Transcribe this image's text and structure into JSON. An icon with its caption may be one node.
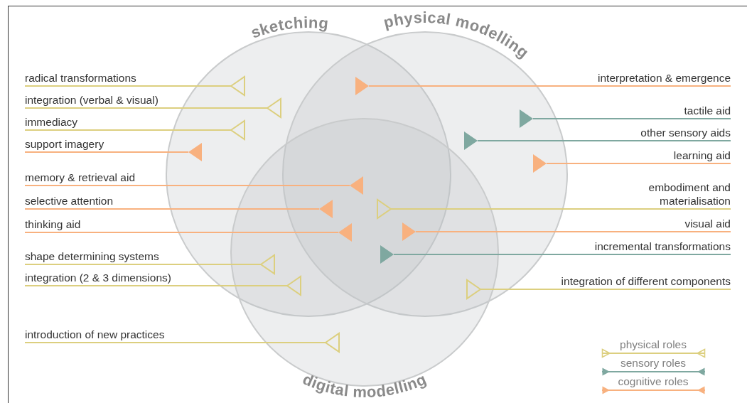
{
  "diagram": {
    "nodes": [
      {
        "text": [
          "sketching"
        ]
      },
      {
        "text": [
          "physical modelling"
        ]
      },
      {
        "text": [
          "digital modelling"
        ]
      },
      {
        "text": [
          "radical transformations"
        ]
      },
      {
        "text": [
          "integration (verbal & visual)"
        ]
      },
      {
        "text": [
          "immediacy"
        ]
      },
      {
        "text": [
          "support imagery"
        ]
      },
      {
        "text": [
          "memory & retrieval aid"
        ]
      },
      {
        "text": [
          "selective attention"
        ]
      },
      {
        "text": [
          "thinking aid"
        ]
      },
      {
        "text": [
          "shape determining systems"
        ]
      },
      {
        "text": [
          "integration (2 & 3 dimensions)"
        ]
      },
      {
        "text": [
          "introduction of new practices"
        ]
      },
      {
        "text": [
          "interpretation & emergence"
        ]
      },
      {
        "text": [
          "tactile aid"
        ]
      },
      {
        "text": [
          "other sensory aids"
        ]
      },
      {
        "text": [
          "learning aid"
        ]
      },
      {
        "text": [
          "embodiment and materialisation"
        ]
      },
      {
        "text": [
          "visual aid"
        ]
      },
      {
        "text": [
          "incremental transformations"
        ]
      },
      {
        "text": [
          "integration of different components"
        ]
      },
      {
        "text": [],
        "shape": "triangle",
        "in": 0
      },
      {
        "text": [],
        "shape": "triangle",
        "in": 0
      },
      {
        "text": [],
        "shape": "triangle",
        "in": 0
      },
      {
        "text": [],
        "shape": "triangle",
        "in": 0
      },
      {
        "text": [],
        "shape": "triangle"
      },
      {
        "text": [],
        "shape": "triangle"
      },
      {
        "text": [],
        "shape": "triangle"
      },
      {
        "text": [],
        "shape": "triangle"
      },
      {
        "text": [],
        "shape": "triangle"
      },
      {
        "text": [],
        "shape": "triangle",
        "in": 2
      },
      {
        "text": [],
        "shape": "triangle"
      },
      {
        "text": [],
        "shape": "triangle",
        "in": 1
      },
      {
        "text": [],
        "shape": "triangle",
        "in": 1
      },
      {
        "text": [],
        "shape": "triangle",
        "in": 1
      },
      {
        "text": [],
        "shape": "triangle"
      },
      {
        "text": [],
        "shape": "triangle"
      },
      {
        "text": [],
        "shape": "triangle"
      },
      {
        "text": [],
        "shape": "triangle"
      }
    ],
    "edges": [
      {
        "from": 3,
        "to": 21,
        "arrow": "none",
        "color": "#dccf7f"
      },
      {
        "from": 4,
        "to": 22,
        "arrow": "none",
        "color": "#dccf7f"
      },
      {
        "from": 5,
        "to": 23,
        "arrow": "none",
        "color": "#dccf7f"
      },
      {
        "from": 6,
        "to": 24,
        "arrow": "none",
        "color": "#f8b17f"
      },
      {
        "from": 7,
        "to": 25,
        "arrow": "none",
        "color": "#f8b17f"
      },
      {
        "from": 8,
        "to": 26,
        "arrow": "none",
        "color": "#f8b17f"
      },
      {
        "from": 9,
        "to": 27,
        "arrow": "none",
        "color": "#f8b17f"
      },
      {
        "from": 10,
        "to": 28,
        "arrow": "none",
        "color": "#dccf7f"
      },
      {
        "from": 11,
        "to": 29,
        "arrow": "none",
        "color": "#dccf7f"
      },
      {
        "from": 12,
        "to": 30,
        "arrow": "none",
        "color": "#dccf7f"
      },
      {
        "from": 13,
        "to": 31,
        "arrow": "none",
        "color": "#f8b17f"
      },
      {
        "from": 14,
        "to": 32,
        "arrow": "none",
        "color": "#7fa8a0"
      },
      {
        "from": 15,
        "to": 33,
        "arrow": "none",
        "color": "#7fa8a0"
      },
      {
        "from": 16,
        "to": 34,
        "arrow": "none",
        "color": "#f8b17f"
      },
      {
        "from": 17,
        "to": 35,
        "arrow": "none",
        "color": "#dccf7f"
      },
      {
        "from": 18,
        "to": 36,
        "arrow": "none",
        "color": "#f8b17f"
      },
      {
        "from": 19,
        "to": 37,
        "arrow": "none",
        "color": "#7fa8a0"
      },
      {
        "from": 20,
        "to": 38,
        "arrow": "none",
        "color": "#dccf7f"
      }
    ],
    "legend": [
      {
        "text": "physical roles",
        "color": "#dccf7f"
      },
      {
        "text": "sensory roles",
        "color": "#7fa8a0"
      },
      {
        "text": "cognitive roles",
        "color": "#f8b17f"
      }
    ]
  }
}
